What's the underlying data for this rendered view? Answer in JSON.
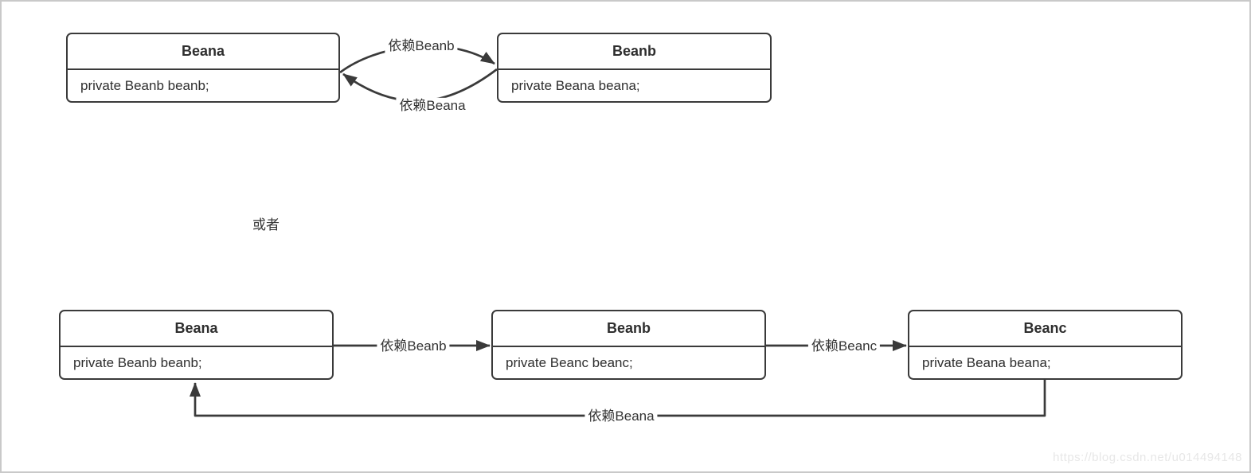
{
  "page": {
    "or_label": "或者",
    "watermark": "https://blog.csdn.net/u014494148"
  },
  "top_diagram": {
    "beana": {
      "title": "Beana",
      "member": "private Beanb beanb;"
    },
    "beanb": {
      "title": "Beanb",
      "member": "private Beana beana;"
    },
    "edge_a_to_b": {
      "label": "依赖Beanb"
    },
    "edge_b_to_a": {
      "label": "依赖Beana"
    }
  },
  "bottom_diagram": {
    "beana": {
      "title": "Beana",
      "member": "private Beanb beanb;"
    },
    "beanb": {
      "title": "Beanb",
      "member": "private Beanc beanc;"
    },
    "beanc": {
      "title": "Beanc",
      "member": "private Beana beana;"
    },
    "edge_a_to_b": {
      "label": "依赖Beanb"
    },
    "edge_b_to_c": {
      "label": "依赖Beanc"
    },
    "edge_c_to_a": {
      "label": "依赖Beana"
    }
  },
  "colors": {
    "line": "#3a3a3a",
    "box_border": "#3a3a3a",
    "text": "#333333",
    "frame_border": "#c9c9c9",
    "watermark": "#e7e7e7"
  }
}
